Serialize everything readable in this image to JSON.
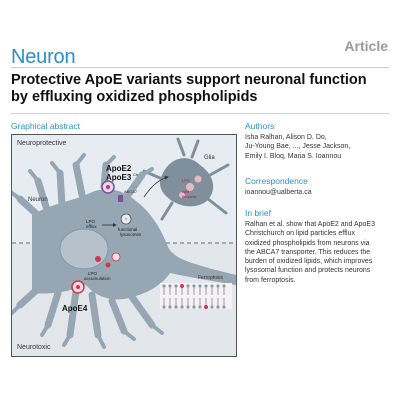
{
  "header": {
    "journal": "Neuron",
    "type": "Article"
  },
  "title": {
    "line1": "Protective ApoE variants support neuronal function",
    "line2": "by effluxing oxidized phospholipids"
  },
  "graphical_abstract": {
    "label": "Graphical abstract",
    "top_label": "Neuroprotective",
    "bottom_label": "Neurotoxic",
    "glia_label": "Glia",
    "neuron_label": "Neuron",
    "apoe2": "ApoE2",
    "apoe3": "ApoE3",
    "apoe3_sup": "Ch",
    "apoe4": "ApoE4",
    "abca7": "ABCA7",
    "lpo_efflux": "LPO\nefflux",
    "functional_lysosomes": "functional\nlysosomes",
    "lpo_accumulation": "LPO\naccumulation",
    "ferroptosis": "Ferroptosis",
    "lipid_droplets": "lipid\ndroplets",
    "glia_lpo": "LPO"
  },
  "authors": {
    "heading": "Authors",
    "lines": [
      "Isha Ralhan, Alison D. Do,",
      "Ju-Young Bae, ..., Jesse Jackson,",
      "Emily I. Bloq, Maria S. Ioannou"
    ]
  },
  "correspondence": {
    "heading": "Correspondence",
    "email": "ioannou@ualberta.ca"
  },
  "in_brief": {
    "heading": "In brief",
    "lines": [
      "Ralhan et al. show that ApoE2 and ApoE3",
      "Christchurch on lipid particles efflux",
      "oxidized phospholipids from neurons via",
      "the ABCA7 transporter. This reduces the",
      "burden of oxidized lipids, which improves",
      "lysosomal function and protects neurons",
      "from ferroptosis."
    ]
  },
  "colors": {
    "accent": "#2a90c8",
    "neuron_fill": "#97a6b3",
    "glia_fill": "#7f8f9c",
    "lipid_red": "#d0364f",
    "apoe_purple": "#7b4fa0"
  }
}
